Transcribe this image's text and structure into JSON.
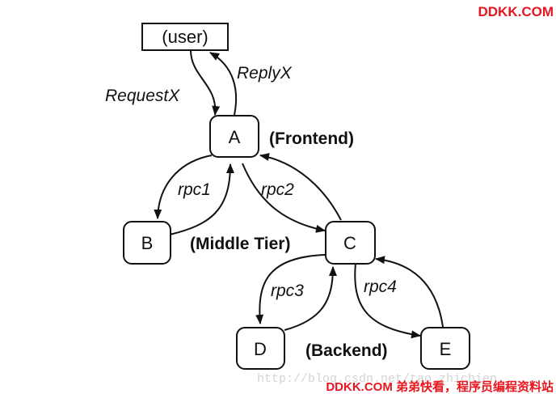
{
  "nodes": {
    "user": "(user)",
    "a": "A",
    "b": "B",
    "c": "C",
    "d": "D",
    "e": "E"
  },
  "edges": {
    "request": "RequestX",
    "reply": "ReplyX",
    "rpc1": "rpc1",
    "rpc2": "rpc2",
    "rpc3": "rpc3",
    "rpc4": "rpc4"
  },
  "tiers": {
    "frontend": "(Frontend)",
    "middle": "(Middle Tier)",
    "backend": "(Backend)"
  },
  "branding": {
    "top": "DDKK.COM",
    "bottom": "DDKK.COM 弟弟快看，程序员编程资料站",
    "watermark": "http://blog.csdn.net/tao_zhichien",
    "color": "#e8161e"
  }
}
